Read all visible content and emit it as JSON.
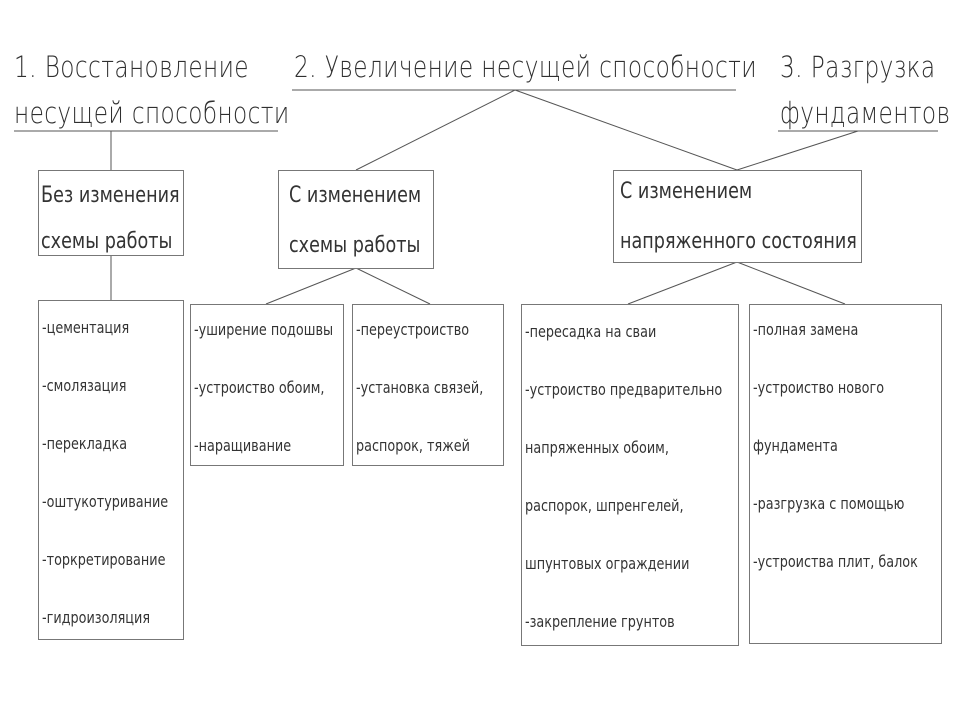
{
  "headings": {
    "restore": [
      "1. Восстановление",
      "несущей способности"
    ],
    "increase": [
      "2. Увеличение несущей способности"
    ],
    "unload": [
      "3. Разгрузка",
      "фундаментов"
    ]
  },
  "categories": {
    "without_scheme": [
      "Без изменения",
      "схемы работы"
    ],
    "with_scheme": [
      "С изменением",
      "схемы работы"
    ],
    "with_stress": [
      "С изменением",
      "напряженного состояния"
    ]
  },
  "lists": {
    "restore_methods": [
      "-цементация",
      "-смолязация",
      "-перекладка",
      "-оштукотуривание",
      "-торкретирование",
      "-гидроизоляция"
    ],
    "widening": [
      "-уширение подошвы",
      "-устроиство обоим,",
      "-наращивание"
    ],
    "rebuild": [
      "-переустроиство",
      "-установка связей,",
      "распорок, тяжей"
    ],
    "pile_transfer": [
      "-пересадка на сваи",
      "-устроиство предварительно",
      "напряженных обоим,",
      "распорок, шпренгелей,",
      "шпунтовых ограждении",
      "-закрепление грунтов"
    ],
    "replacement": [
      "-полная замена",
      "-устроиство нового",
      "фундамента",
      "-разгрузка с помощью",
      "-устроиства плит, балок"
    ]
  }
}
